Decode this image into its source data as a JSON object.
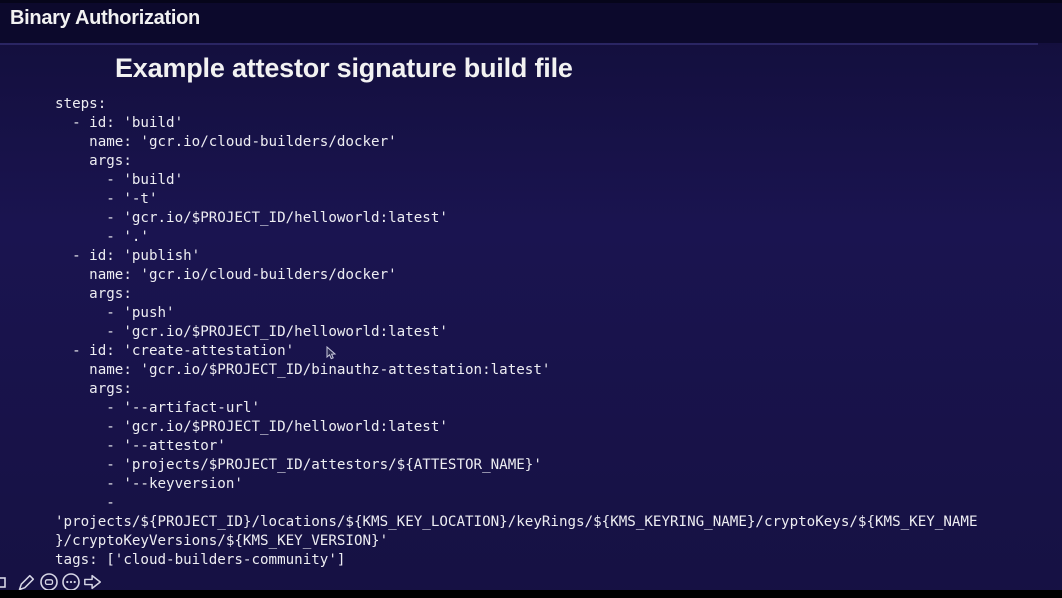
{
  "colors": {
    "background": "#171245",
    "header_background": "#0c092c",
    "divider": "#2d2867",
    "text": "#f2f2f2",
    "code_text": "#ededf2",
    "bottom_bar": "#000000"
  },
  "header": {
    "title": "Binary Authorization"
  },
  "slide": {
    "title": "Example attestor signature build file"
  },
  "code": {
    "language": "yaml",
    "lines": [
      "steps:",
      "  - id: 'build'",
      "    name: 'gcr.io/cloud-builders/docker'",
      "    args:",
      "      - 'build'",
      "      - '-t'",
      "      - 'gcr.io/$PROJECT_ID/helloworld:latest'",
      "      - '.'",
      "  - id: 'publish'",
      "    name: 'gcr.io/cloud-builders/docker'",
      "    args:",
      "      - 'push'",
      "      - 'gcr.io/$PROJECT_ID/helloworld:latest'",
      "  - id: 'create-attestation'",
      "    name: 'gcr.io/$PROJECT_ID/binauthz-attestation:latest'",
      "    args:",
      "      - '--artifact-url'",
      "      - 'gcr.io/$PROJECT_ID/helloworld:latest'",
      "      - '--attestor'",
      "      - 'projects/$PROJECT_ID/attestors/${ATTESTOR_NAME}'",
      "      - '--keyversion'",
      "      -",
      "'projects/${PROJECT_ID}/locations/${KMS_KEY_LOCATION}/keyRings/${KMS_KEYRING_NAME}/cryptoKeys/${KMS_KEY_NAME",
      "}/cryptoKeyVersions/${KMS_KEY_VERSION}'",
      "tags: ['cloud-builders-community']"
    ]
  },
  "toolbar": {
    "icons": [
      "square-icon",
      "pencil-icon",
      "laser-button-icon",
      "more-options-icon",
      "next-arrow-icon"
    ]
  }
}
